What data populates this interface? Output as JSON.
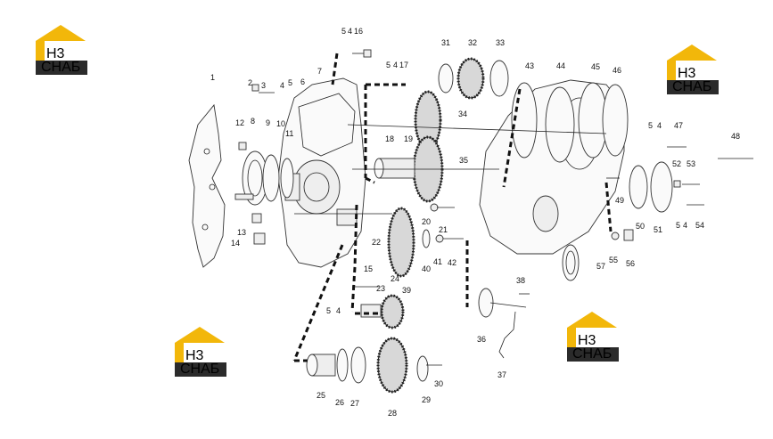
{
  "logo": {
    "top_text": "H3",
    "bottom_text": "СНАБ",
    "colors": {
      "accent": "#f2b70a",
      "dark": "#2b2b2b"
    }
  },
  "callouts": [
    "1",
    "2",
    "3",
    "4",
    "5",
    "6",
    "7",
    "8",
    "9",
    "10",
    "11",
    "12",
    "13",
    "14",
    "15",
    "16",
    "17",
    "18",
    "19",
    "20",
    "21",
    "22",
    "23",
    "24",
    "25",
    "26",
    "27",
    "28",
    "29",
    "30",
    "31",
    "32",
    "33",
    "34",
    "35",
    "36",
    "37",
    "38",
    "39",
    "40",
    "41",
    "42",
    "43",
    "44",
    "45",
    "46",
    "47",
    "48",
    "49",
    "50",
    "51",
    "52",
    "53",
    "54",
    "55",
    "56",
    "57"
  ],
  "extra_labels": {
    "l4a": "4",
    "l5a": "5",
    "l4b": "4",
    "l5b": "5",
    "l4c": "4",
    "l5c": "5",
    "l4d": "4",
    "l5d": "5",
    "l4e": "4",
    "l5e": "5"
  }
}
